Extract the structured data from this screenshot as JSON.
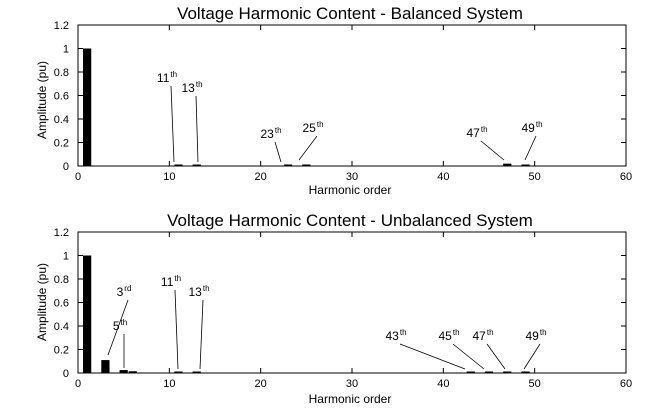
{
  "chart_data": [
    {
      "type": "bar",
      "title": "Voltage Harmonic Content - Balanced System",
      "xlabel": "Harmonic order",
      "ylabel": "Amplitude (pu)",
      "xlim": [
        0,
        60
      ],
      "ylim": [
        0,
        1.2
      ],
      "xticks": [
        0,
        10,
        20,
        30,
        40,
        50,
        60
      ],
      "yticks": [
        0,
        0.2,
        0.4,
        0.6,
        0.8,
        1,
        1.2
      ],
      "xtick_labels": [
        "0",
        "10",
        "20",
        "30",
        "40",
        "50",
        "60"
      ],
      "ytick_labels": [
        "0",
        "0.2",
        "0.4",
        "0.6",
        "0.8",
        "1",
        "1.2"
      ],
      "grid": false,
      "x": [
        1,
        11,
        13,
        23,
        25,
        47,
        49
      ],
      "values": [
        1.0,
        0.01,
        0.005,
        0.005,
        0.008,
        0.02,
        0.012
      ],
      "annotations": [
        {
          "num": "11",
          "sup": "th",
          "x": 11
        },
        {
          "num": "13",
          "sup": "th",
          "x": 13
        },
        {
          "num": "23",
          "sup": "th",
          "x": 23
        },
        {
          "num": "25",
          "sup": "th",
          "x": 25
        },
        {
          "num": "47",
          "sup": "th",
          "x": 47
        },
        {
          "num": "49",
          "sup": "th",
          "x": 49
        }
      ]
    },
    {
      "type": "bar",
      "title": "Voltage Harmonic Content - Unbalanced System",
      "xlabel": "Harmonic order",
      "ylabel": "Amplitude (pu)",
      "xlim": [
        0,
        60
      ],
      "ylim": [
        0,
        1.2
      ],
      "xticks": [
        0,
        10,
        20,
        30,
        40,
        50,
        60
      ],
      "yticks": [
        0,
        0.2,
        0.4,
        0.6,
        0.8,
        1,
        1.2
      ],
      "xtick_labels": [
        "0",
        "10",
        "20",
        "30",
        "40",
        "50",
        "60"
      ],
      "ytick_labels": [
        "0",
        "0.2",
        "0.4",
        "0.6",
        "0.8",
        "1",
        "1.2"
      ],
      "grid": false,
      "x": [
        1,
        3,
        5,
        6,
        11,
        13,
        43,
        45,
        47,
        49
      ],
      "values": [
        1.0,
        0.11,
        0.025,
        0.015,
        0.01,
        0.008,
        0.01,
        0.012,
        0.01,
        0.008
      ],
      "annotations": [
        {
          "num": "3",
          "sup": "rd",
          "x": 3
        },
        {
          "num": "5",
          "sup": "th",
          "x": 5
        },
        {
          "num": "11",
          "sup": "th",
          "x": 11
        },
        {
          "num": "13",
          "sup": "th",
          "x": 13
        },
        {
          "num": "43",
          "sup": "th",
          "x": 43
        },
        {
          "num": "45",
          "sup": "th",
          "x": 45
        },
        {
          "num": "47",
          "sup": "th",
          "x": 47
        },
        {
          "num": "49",
          "sup": "th",
          "x": 49
        }
      ]
    }
  ]
}
